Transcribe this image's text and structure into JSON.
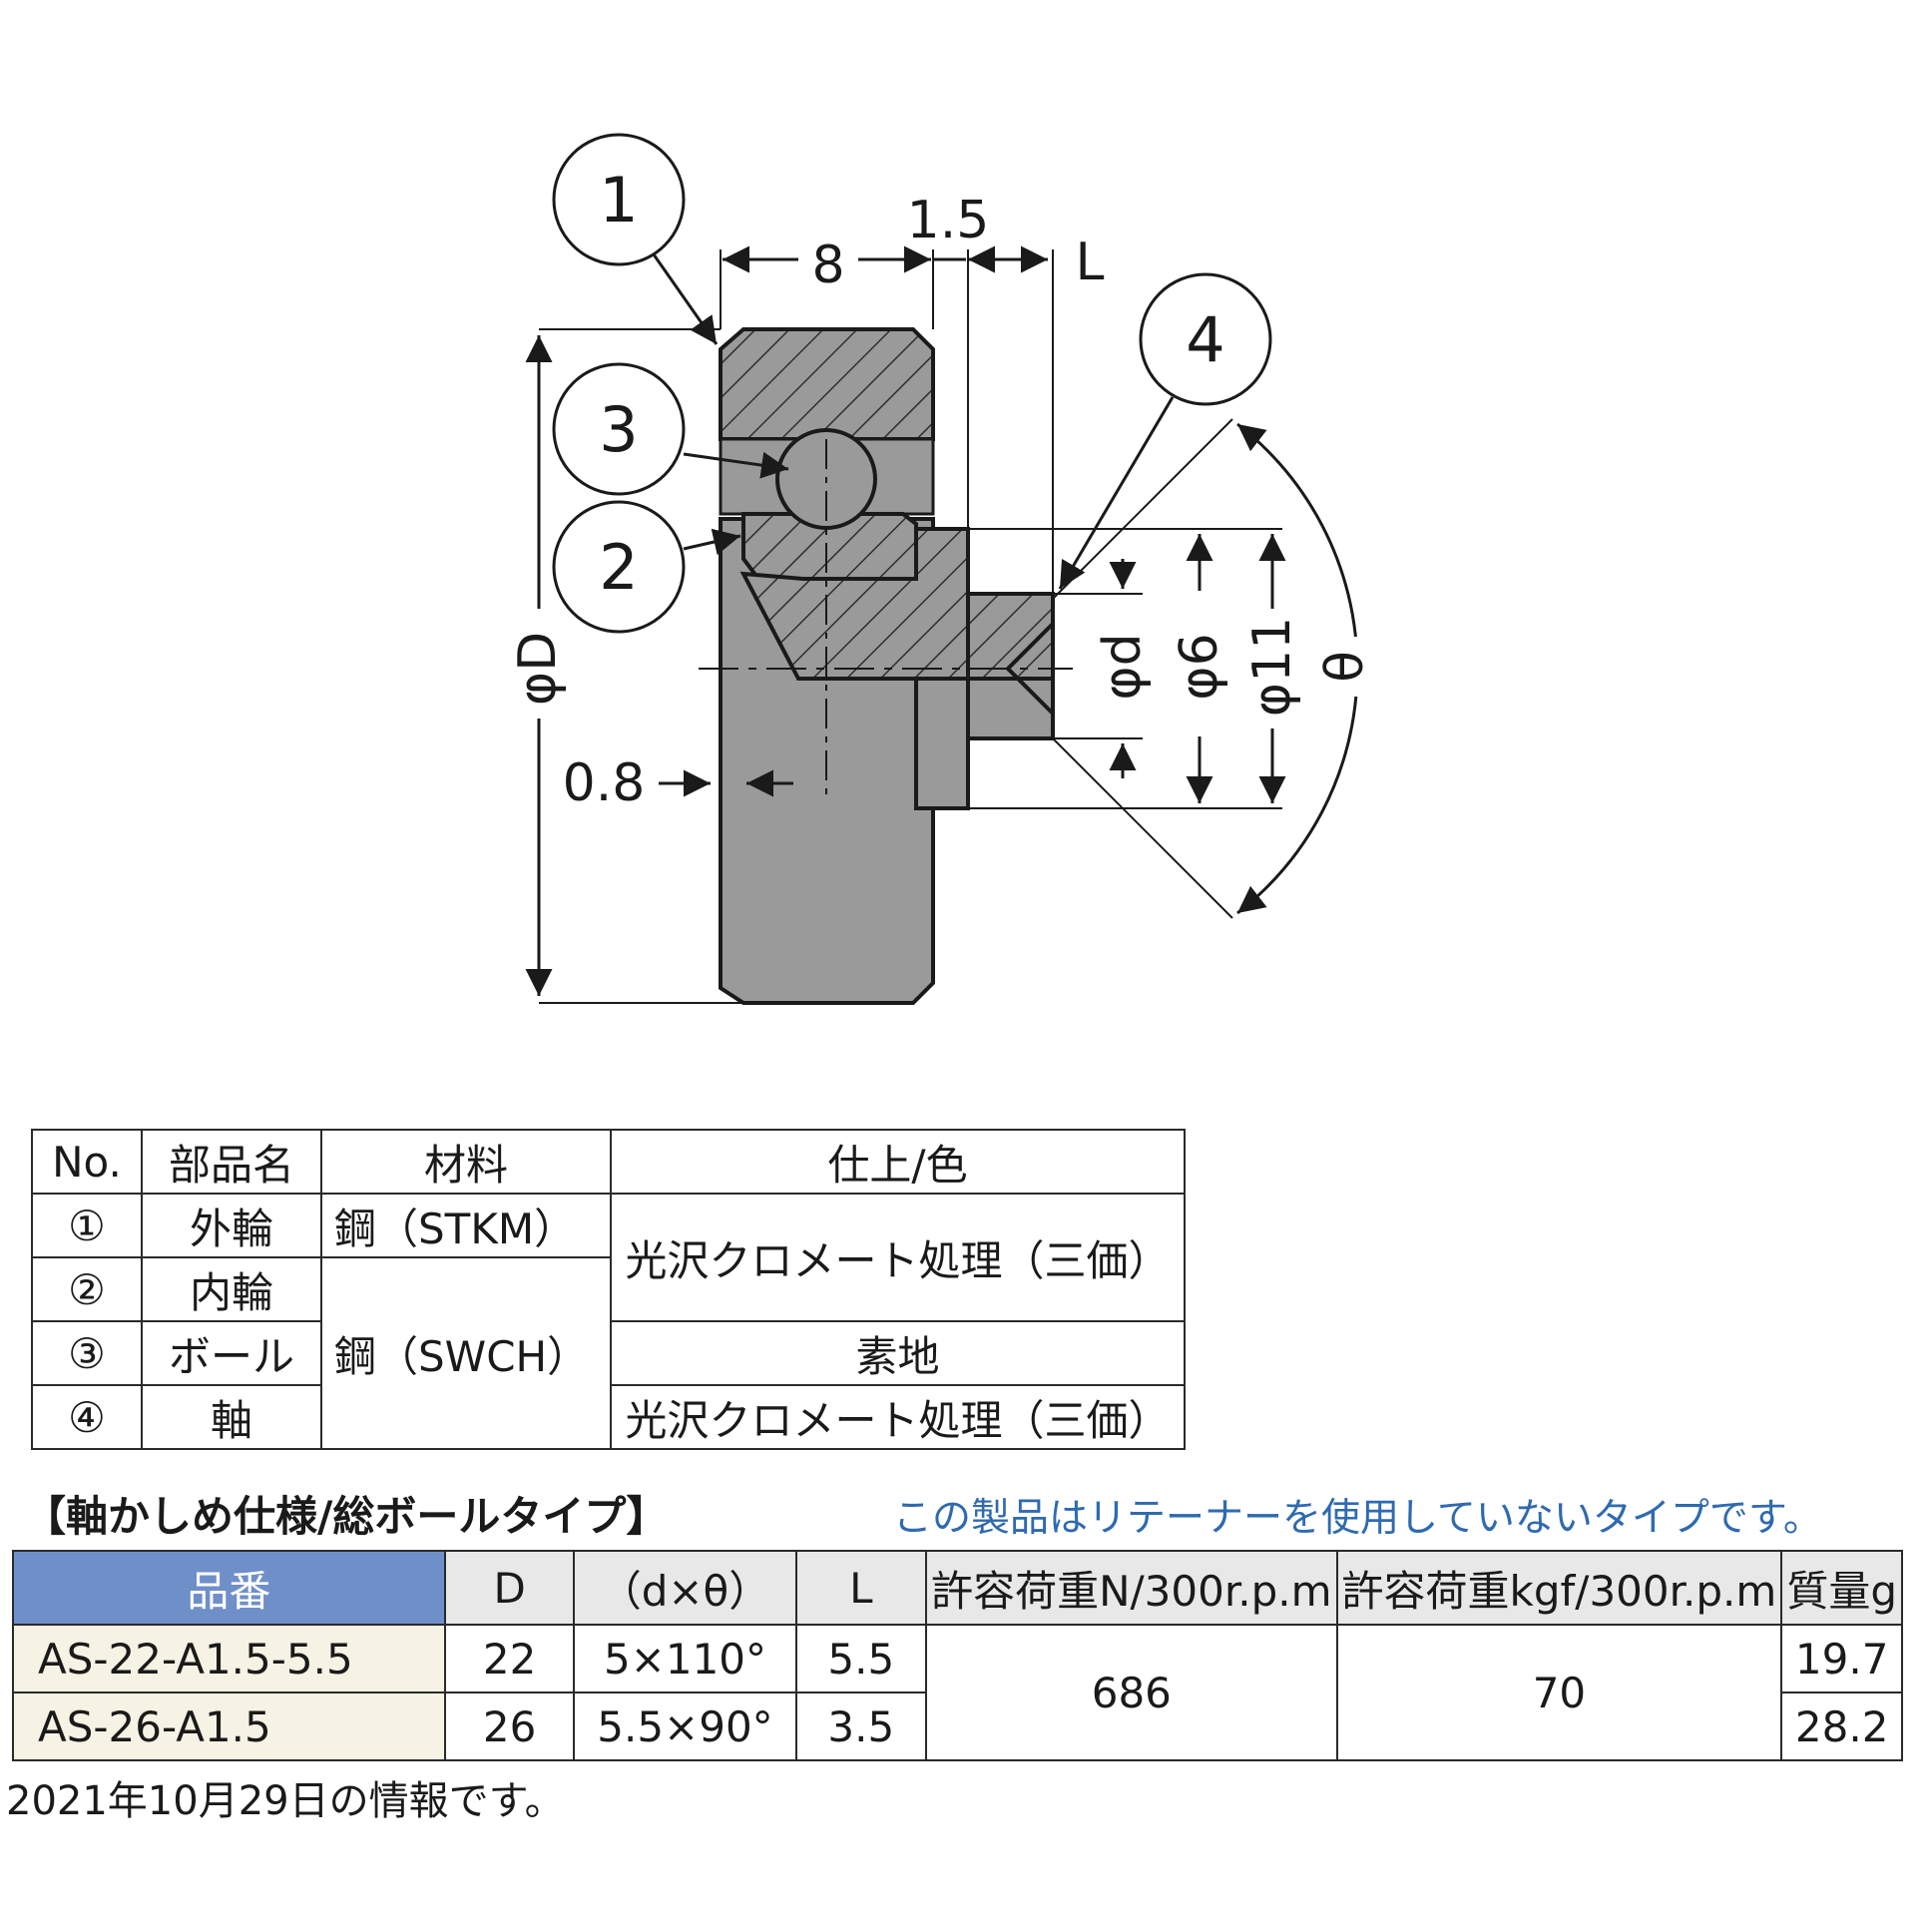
{
  "drawing": {
    "balloons": [
      "1",
      "2",
      "3",
      "4"
    ],
    "dimensions": {
      "width_8": "8",
      "offset_1_5": "1.5",
      "length_L": "L",
      "dia_D": "φD",
      "chamfer_0_8": "0.8",
      "dia_d": "φd",
      "dia_6": "φ6",
      "dia_11": "φ11",
      "angle_theta": "θ"
    }
  },
  "parts_table": {
    "headers": [
      "No.",
      "部品名",
      "材料",
      "仕上/色"
    ],
    "rows": [
      {
        "no": "①",
        "name": "外輪",
        "material": "鋼（STKM）",
        "finish": "光沢クロメート処理（三価）"
      },
      {
        "no": "②",
        "name": "内輪",
        "material": "鋼（SWCH）",
        "finish": ""
      },
      {
        "no": "③",
        "name": "ボール",
        "material": "",
        "finish": "素地"
      },
      {
        "no": "④",
        "name": "軸",
        "material": "",
        "finish": "光沢クロメート処理（三価）"
      }
    ]
  },
  "spec_heading": "【軸かしめ仕様/総ボールタイプ】",
  "spec_note": "この製品はリテーナーを使用していないタイプです。",
  "spec_table": {
    "headers": [
      "品番",
      "D",
      "（d×θ）",
      "L",
      "許容荷重N/300r.p.m",
      "許容荷重kgf/300r.p.m",
      "質量g"
    ],
    "rows": [
      {
        "part_no": "AS-22-A1.5-5.5",
        "D": "22",
        "d_theta": "5×110°",
        "L": "5.5",
        "load_n": "686",
        "load_kgf": "70",
        "mass": "19.7"
      },
      {
        "part_no": "AS-26-A1.5",
        "D": "26",
        "d_theta": "5.5×90°",
        "L": "3.5",
        "load_n": "",
        "load_kgf": "",
        "mass": "28.2"
      }
    ]
  },
  "footer_note": "2021年10月29日の情報です。",
  "colors": {
    "part_fill": "#9a9a9a",
    "hatch": "#333333",
    "header_blue": "#6f8fc9",
    "note_blue": "#2f6ab0",
    "cell_cream": "#f6f2e4"
  }
}
